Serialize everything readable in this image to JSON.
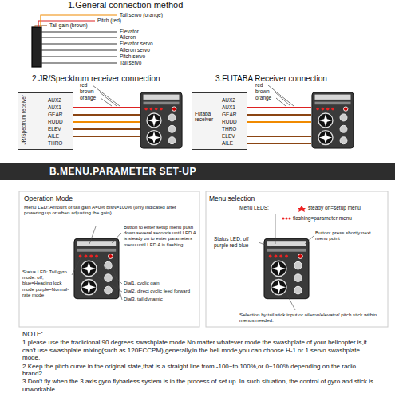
{
  "diagram": {
    "nodes": [
      {
        "text": [
          "JR/Spectrum receiver"
        ]
      },
      {
        "text": [
          "Futaba receiver"
        ]
      },
      {
        "text": [
          "B.MENU.PARAMETER SET-UP"
        ]
      }
    ],
    "labels": [
      "1.General connection method",
      "Tail servo (orange)",
      "Pitch (red)",
      "Tail gain (brown)",
      "Elevator",
      "Aileron",
      "Elevator servo",
      "Aileron servo",
      "Pitch servo",
      "Tail servo",
      "2.JR/Specktrum receiver connection",
      "3.FUTABA Receiver connection",
      "red",
      "brown",
      "orange",
      "AUX2",
      "AUX1",
      "GEAR",
      "RUDD",
      "ELEV",
      "AILE",
      "THRO",
      "red",
      "brown",
      "orange",
      "AUX2",
      "AUX1",
      "GEAR",
      "RUDD",
      "THRO",
      "ELEV",
      "AILE",
      "Operation Mode",
      "Menu LED: Amount of tail gain A=0% bisN=100% (only indicated after powering up or when adjusting the gain)",
      "Button to enter setup menu push down several seconds until LED A is steady on to enter parameters menu until LED A is flashing",
      "Status LED: Tail gyro mode: off, blue=Heading lock mode purple=Normal-rate mode",
      "Dial1, cyclic gain",
      "Dial2, direct cyclic feed forward",
      "Dial3, tail dynamic",
      "Menu selection",
      "Menu LEDS:",
      "steady on=setup menu",
      "flashing=parameter menu",
      "Status LED: off purple red blue",
      "Button: press shortly next menu point",
      "Selection by tail stick input or aileron/elevator/ pitch stick within menus needed.",
      "NOTE:",
      "1.please use the tradicional 90 degrees swashplate mode.No matter whatever mode the swashplate of your helicopter is,it can't use swashplate mixing(such as 120ECCPM),generally,in the heli mode,you can choose H-1 or 1 servo swashplate mode.",
      "2.Keep the pitch curve in the original state,that is a straight line from -100~to 100%,or 0~100% depending on the radio brand2.",
      "3.Don't fly when the 3 axis gyro flybarless system is in the process of set up. In such situation, the control of gyro and stick is unworkable."
    ]
  }
}
